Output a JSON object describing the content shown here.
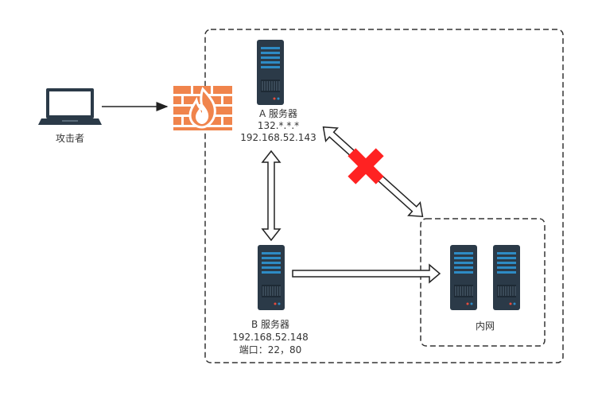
{
  "attacker": {
    "label": "攻击者",
    "icon": "laptop-icon"
  },
  "firewall": {
    "icon": "firewall-icon",
    "brick_color": "#F0844C",
    "flame_color": "#FFFFFF"
  },
  "server_a": {
    "name": "A 服务器",
    "public_ip": "132.*.*.*",
    "private_ip": "192.168.52.143",
    "icon": "server-icon"
  },
  "server_b": {
    "name": "B 服务器",
    "ip": "192.168.52.148",
    "ports": "端口：22，80",
    "icon": "server-icon"
  },
  "intranet": {
    "label": "内网",
    "icons": [
      "server-icon",
      "server-icon"
    ]
  },
  "blocked_link": {
    "icon": "red-cross-icon",
    "color": "#FF2222"
  },
  "colors": {
    "server_body": "#2B3A48",
    "server_accent": "#2E8BC4",
    "line": "#333333"
  }
}
